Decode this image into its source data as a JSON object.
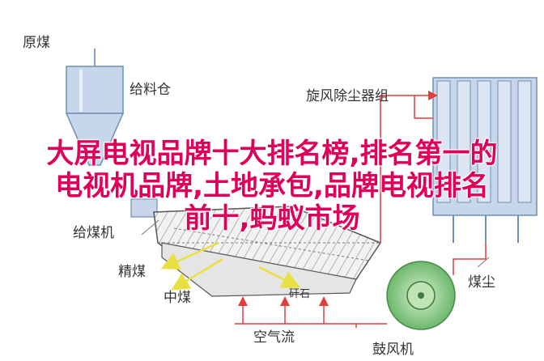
{
  "labels": {
    "raw_coal": "原煤",
    "feed_bin": "给料仓",
    "cyclone_group": "旋风除尘器组",
    "coal_feeder": "给煤机",
    "fine_coal": "精煤",
    "middling_coal": "中煤",
    "gangue": "矸石",
    "coal_dust": "煤尘",
    "air_flow": "空气流",
    "blower": "鼓风机"
  },
  "overlay": {
    "line1": "大屏电视品牌十大排名榜,排名第一的",
    "line2": "电视机品牌,土地承包,品牌电视排名",
    "line3": "前十,蚂蚁市场"
  },
  "colors": {
    "blue_fill": "#c7d6ea",
    "blue_stroke": "#6f8fb5",
    "red_line": "#e23d3d",
    "yellow_arrow": "#e8e040",
    "green_fill": "#7bc47b",
    "overlay_text": "#e0005a"
  }
}
